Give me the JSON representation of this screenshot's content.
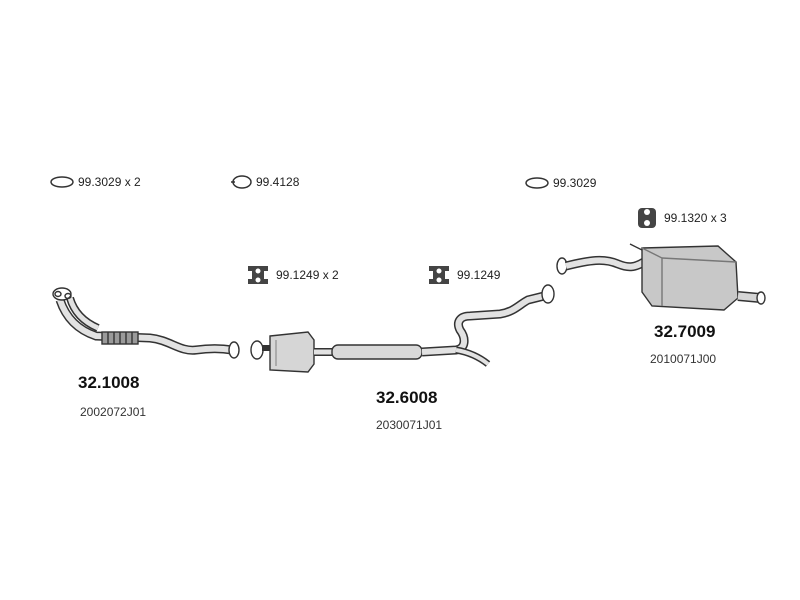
{
  "accessories": [
    {
      "label": "99.3029 x 2",
      "icon": "oval-ring-icon"
    },
    {
      "label": "99.4128",
      "icon": "ring-clamp-icon"
    },
    {
      "label": "99.3029",
      "icon": "oval-ring-icon"
    },
    {
      "label": "99.1320 x 3",
      "icon": "rubber-hanger-icon"
    },
    {
      "label": "99.1249 x 2",
      "icon": "rubber-mount-icon"
    },
    {
      "label": "99.1249",
      "icon": "rubber-mount-icon"
    }
  ],
  "parts": [
    {
      "number": "32.1008",
      "code": "2002072J01",
      "name": "front-pipe"
    },
    {
      "number": "32.6008",
      "code": "2030071J01",
      "name": "centre-silencer"
    },
    {
      "number": "32.7009",
      "code": "2010071J00",
      "name": "rear-silencer"
    }
  ],
  "colors": {
    "line": "#333333",
    "fill": "#dcdcdc",
    "shade": "#b8b8b8"
  }
}
